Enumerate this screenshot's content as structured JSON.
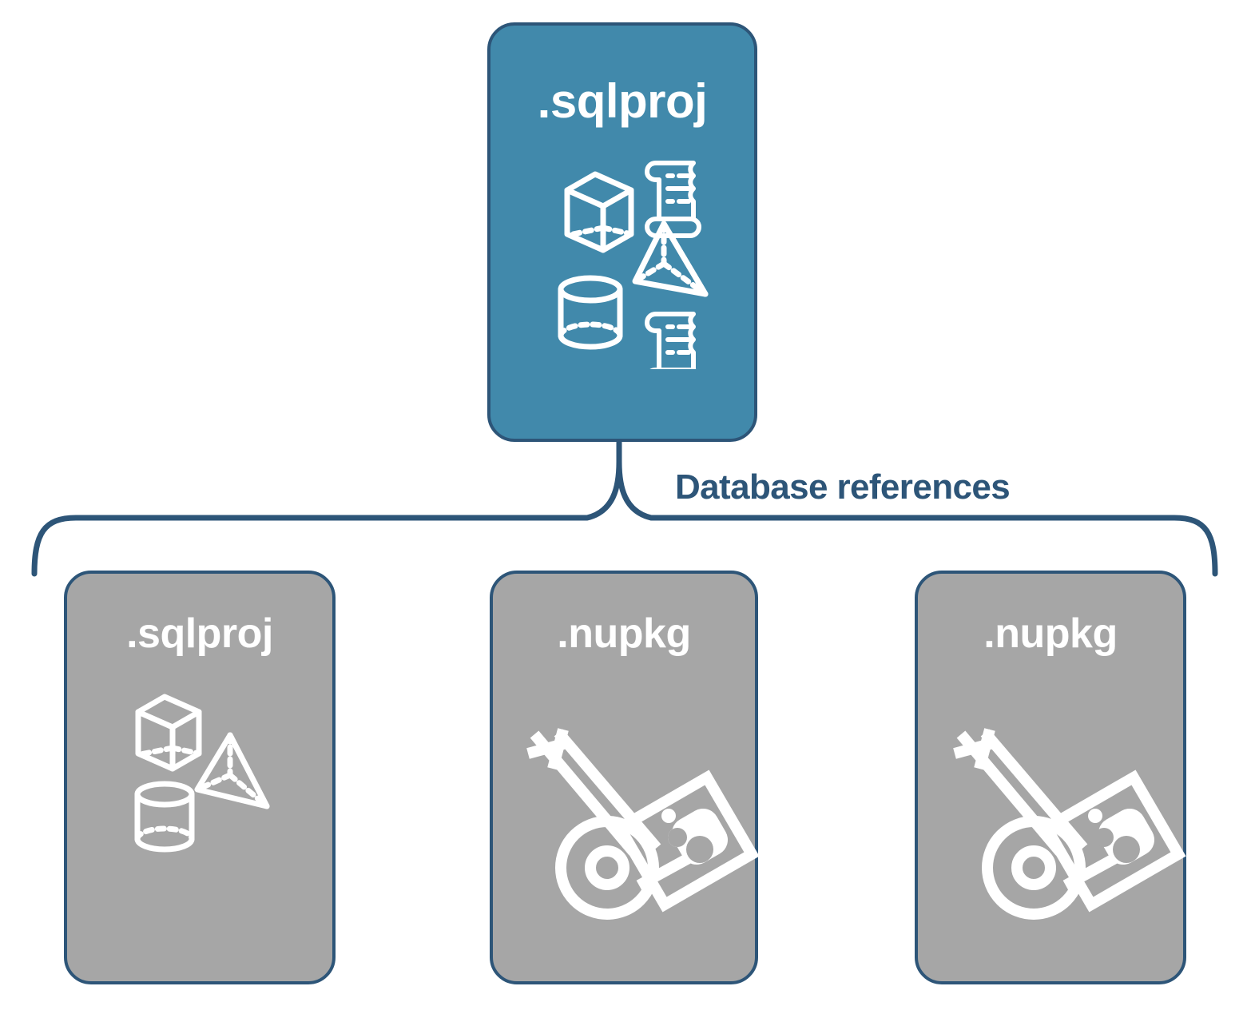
{
  "diagram": {
    "title_text": "Database references",
    "colors": {
      "parent_fill": "#4189ab",
      "child_fill": "#a6a6a6",
      "stroke": "#2d5578",
      "label_text": "#ffffff",
      "edge_label_text": "#2d5578",
      "background": "#ffffff"
    },
    "parent": {
      "label": ".sqlproj",
      "icons": [
        "cube-icon",
        "scroll-icon",
        "pyramid-icon",
        "cylinder-icon",
        "scroll-icon"
      ]
    },
    "connector": {
      "type": "curly-brace",
      "label": "Database references"
    },
    "children": [
      {
        "label": ".sqlproj",
        "icons": [
          "cube-icon",
          "pyramid-icon",
          "cylinder-icon"
        ]
      },
      {
        "label": ".nupkg",
        "icons": [
          "hand-truck-icon",
          "nuget-package-icon"
        ]
      },
      {
        "label": ".nupkg",
        "icons": [
          "hand-truck-icon",
          "nuget-package-icon"
        ]
      }
    ]
  }
}
